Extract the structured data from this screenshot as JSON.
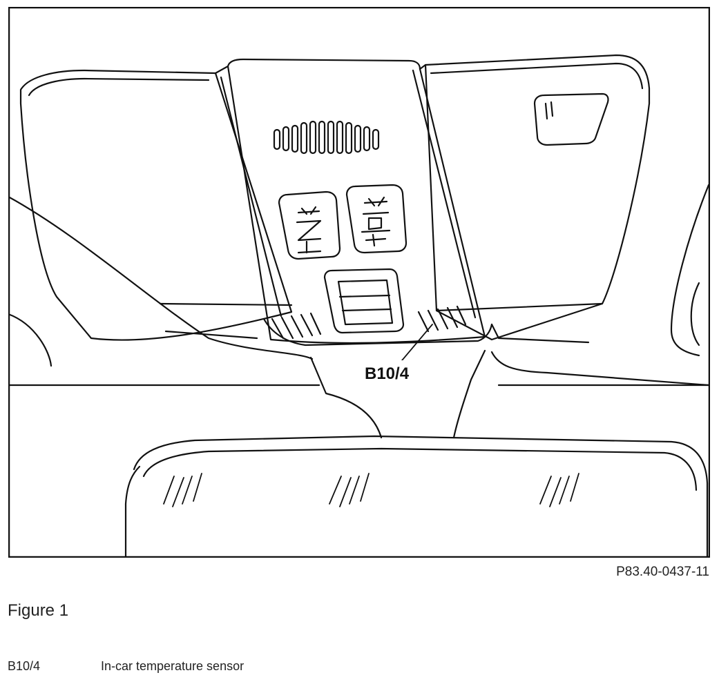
{
  "drawing": {
    "callout": "B10/4"
  },
  "reference_code": "P83.40-0437-11",
  "figure_title": "Figure 1",
  "legend": [
    {
      "code": "B10/4",
      "description": "In-car temperature sensor"
    }
  ]
}
